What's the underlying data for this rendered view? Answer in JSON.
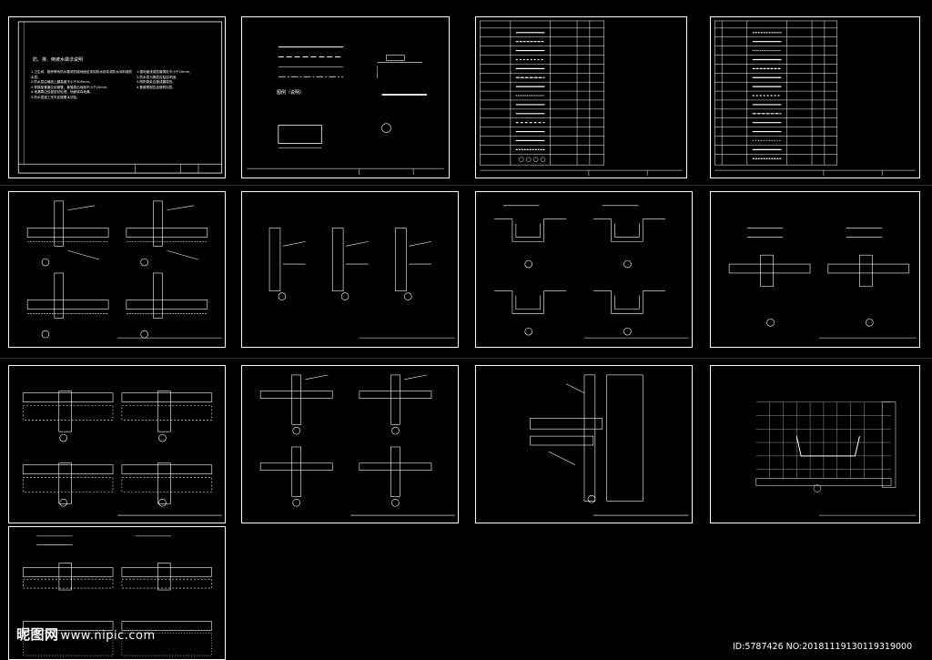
{
  "sheet1": {
    "title": "防、排、倒坡水做法说明",
    "notes": "1.卫生间、厨房等有防水要求的楼地面应采用防水砂浆或防水涂料做防水层，\n2.防水层沿墙面上翻高度不小于300mm。\n3.穿楼板管道应设套管，套管高出地面不小于20mm，\n4.地漏周边应做密封处理，地面坡向地漏。\n5.防水层施工完毕应做蓄水试验。",
    "notes_right": "1.楼地面找坡层最薄处不小于20mm，\n2.防水层与基层应粘结牢固，\n3.阴阳角处应做成圆弧形。\n4.管道根部应加做附加层。"
  },
  "sheet2": {
    "title": "图例（说明）"
  },
  "sheet3": {
    "title": "材料图例表"
  },
  "sheet4": {
    "title": "材料图例表"
  },
  "watermark": {
    "brand": "昵图网",
    "url": "www.nipic.com"
  },
  "image_id": "ID:5787426 NO:20181119130119319000"
}
